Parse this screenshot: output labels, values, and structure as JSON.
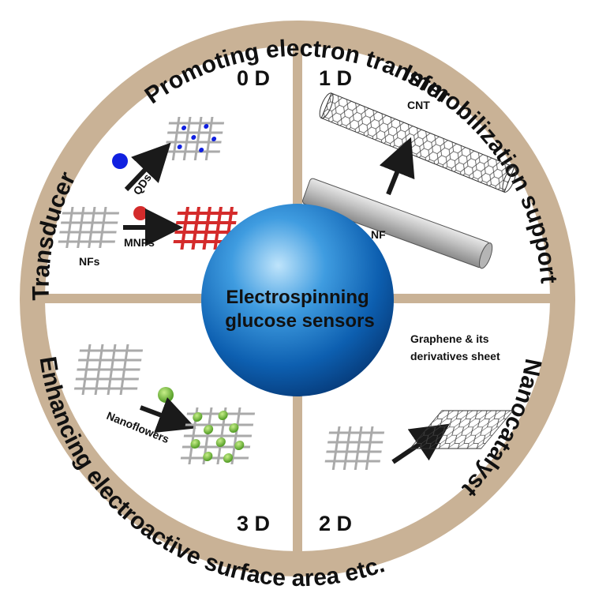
{
  "ring_labels": {
    "top": "Promoting electron transfer",
    "right": "Immobilization support",
    "bottom_right": "Nanocatalyst",
    "bottom": "Enhancing electroactive surface area etc.",
    "left": "Transducer"
  },
  "quadrants": {
    "q0": "0 D",
    "q1": "1 D",
    "q2": "2 D",
    "q3": "3 D"
  },
  "labels": {
    "qds": "QDs",
    "mnps": "MNPs",
    "nfs": "NFs",
    "cnt": "CNT",
    "nf": "NF",
    "graphene_line1": "Graphene & its",
    "graphene_line2": "derivatives sheet",
    "nanoflowers": "Nanoflowers"
  },
  "center": {
    "line1": "Electrospinning",
    "line2": "glucose sensors"
  },
  "colors": {
    "ring": "#c9b296",
    "sphere": "#1a74c4",
    "mesh": "#aaaaaa",
    "mnp_mesh": "#d42b2b",
    "qd_dot": "#1020e0",
    "flower": "#7ccb3a"
  }
}
